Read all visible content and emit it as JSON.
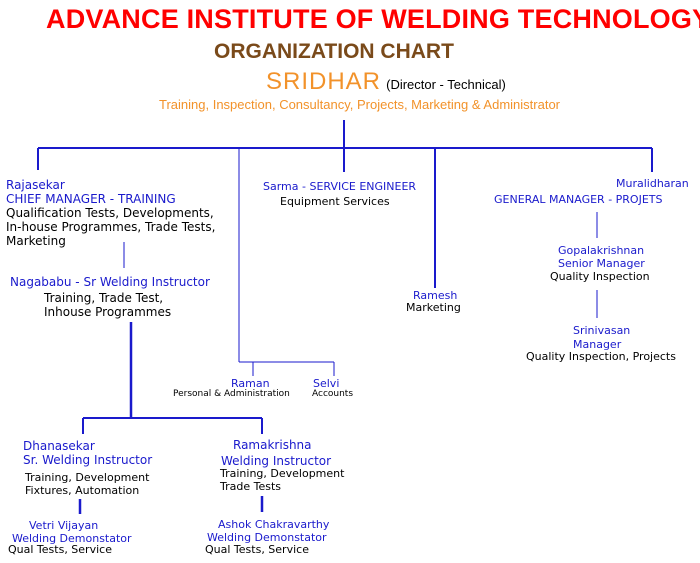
{
  "header": {
    "title": "ADVANCE INSTITUTE OF WELDING TECHNOLOGY",
    "subtitle": "ORGANIZATION CHART"
  },
  "director": {
    "name": "SRIDHAR",
    "role": "(Director - Technical)",
    "desc": "Training, Inspection, Consultancy, Projects, Marketing & Administrator"
  },
  "rajasekar": {
    "name": "Rajasekar",
    "title": "CHIEF MANAGER - TRAINING",
    "lines": [
      "Qualification Tests, Developments,",
      "In-house Programmes, Trade Tests,",
      "Marketing"
    ]
  },
  "nagababu": {
    "title": "Nagababu - Sr Welding Instructor",
    "lines": [
      "Training, Trade Test,",
      "Inhouse Programmes"
    ]
  },
  "sarma": {
    "title": "Sarma - SERVICE ENGINEER",
    "desc": "Equipment Services"
  },
  "ramesh": {
    "name": "Ramesh",
    "desc": "Marketing"
  },
  "muralidharan": {
    "name": "Muralidharan",
    "title": "GENERAL MANAGER - PROJETS"
  },
  "gopalakrishnan": {
    "name": "Gopalakrishnan",
    "title": "Senior Manager",
    "desc": "Quality Inspection"
  },
  "srinivasan": {
    "name": "Srinivasan",
    "title": "Manager",
    "desc": "Quality Inspection, Projects"
  },
  "raman": {
    "name": "Raman",
    "desc": "Personal & Administration"
  },
  "selvi": {
    "name": "Selvi",
    "desc": "Accounts"
  },
  "dhanasekar": {
    "name": "Dhanasekar",
    "title": "Sr. Welding Instructor",
    "lines": [
      "Training, Development",
      "Fixtures, Automation"
    ]
  },
  "ramakrishna": {
    "name": "Ramakrishna",
    "title": "Welding Instructor",
    "lines": [
      "Training, Development",
      "Trade Tests"
    ]
  },
  "vetri": {
    "name": "Vetri Vijayan",
    "title": "Welding Demonstator",
    "desc": "Qual Tests, Service"
  },
  "ashok": {
    "name": "Ashok Chakravarthy",
    "title": "Welding Demonstator",
    "desc": "Qual Tests, Service"
  },
  "colors": {
    "title": "#ff0000",
    "subtitle": "#7a4a1a",
    "director": "#f2922a",
    "names": "#1a1acc",
    "lines": "#1a1acc"
  }
}
